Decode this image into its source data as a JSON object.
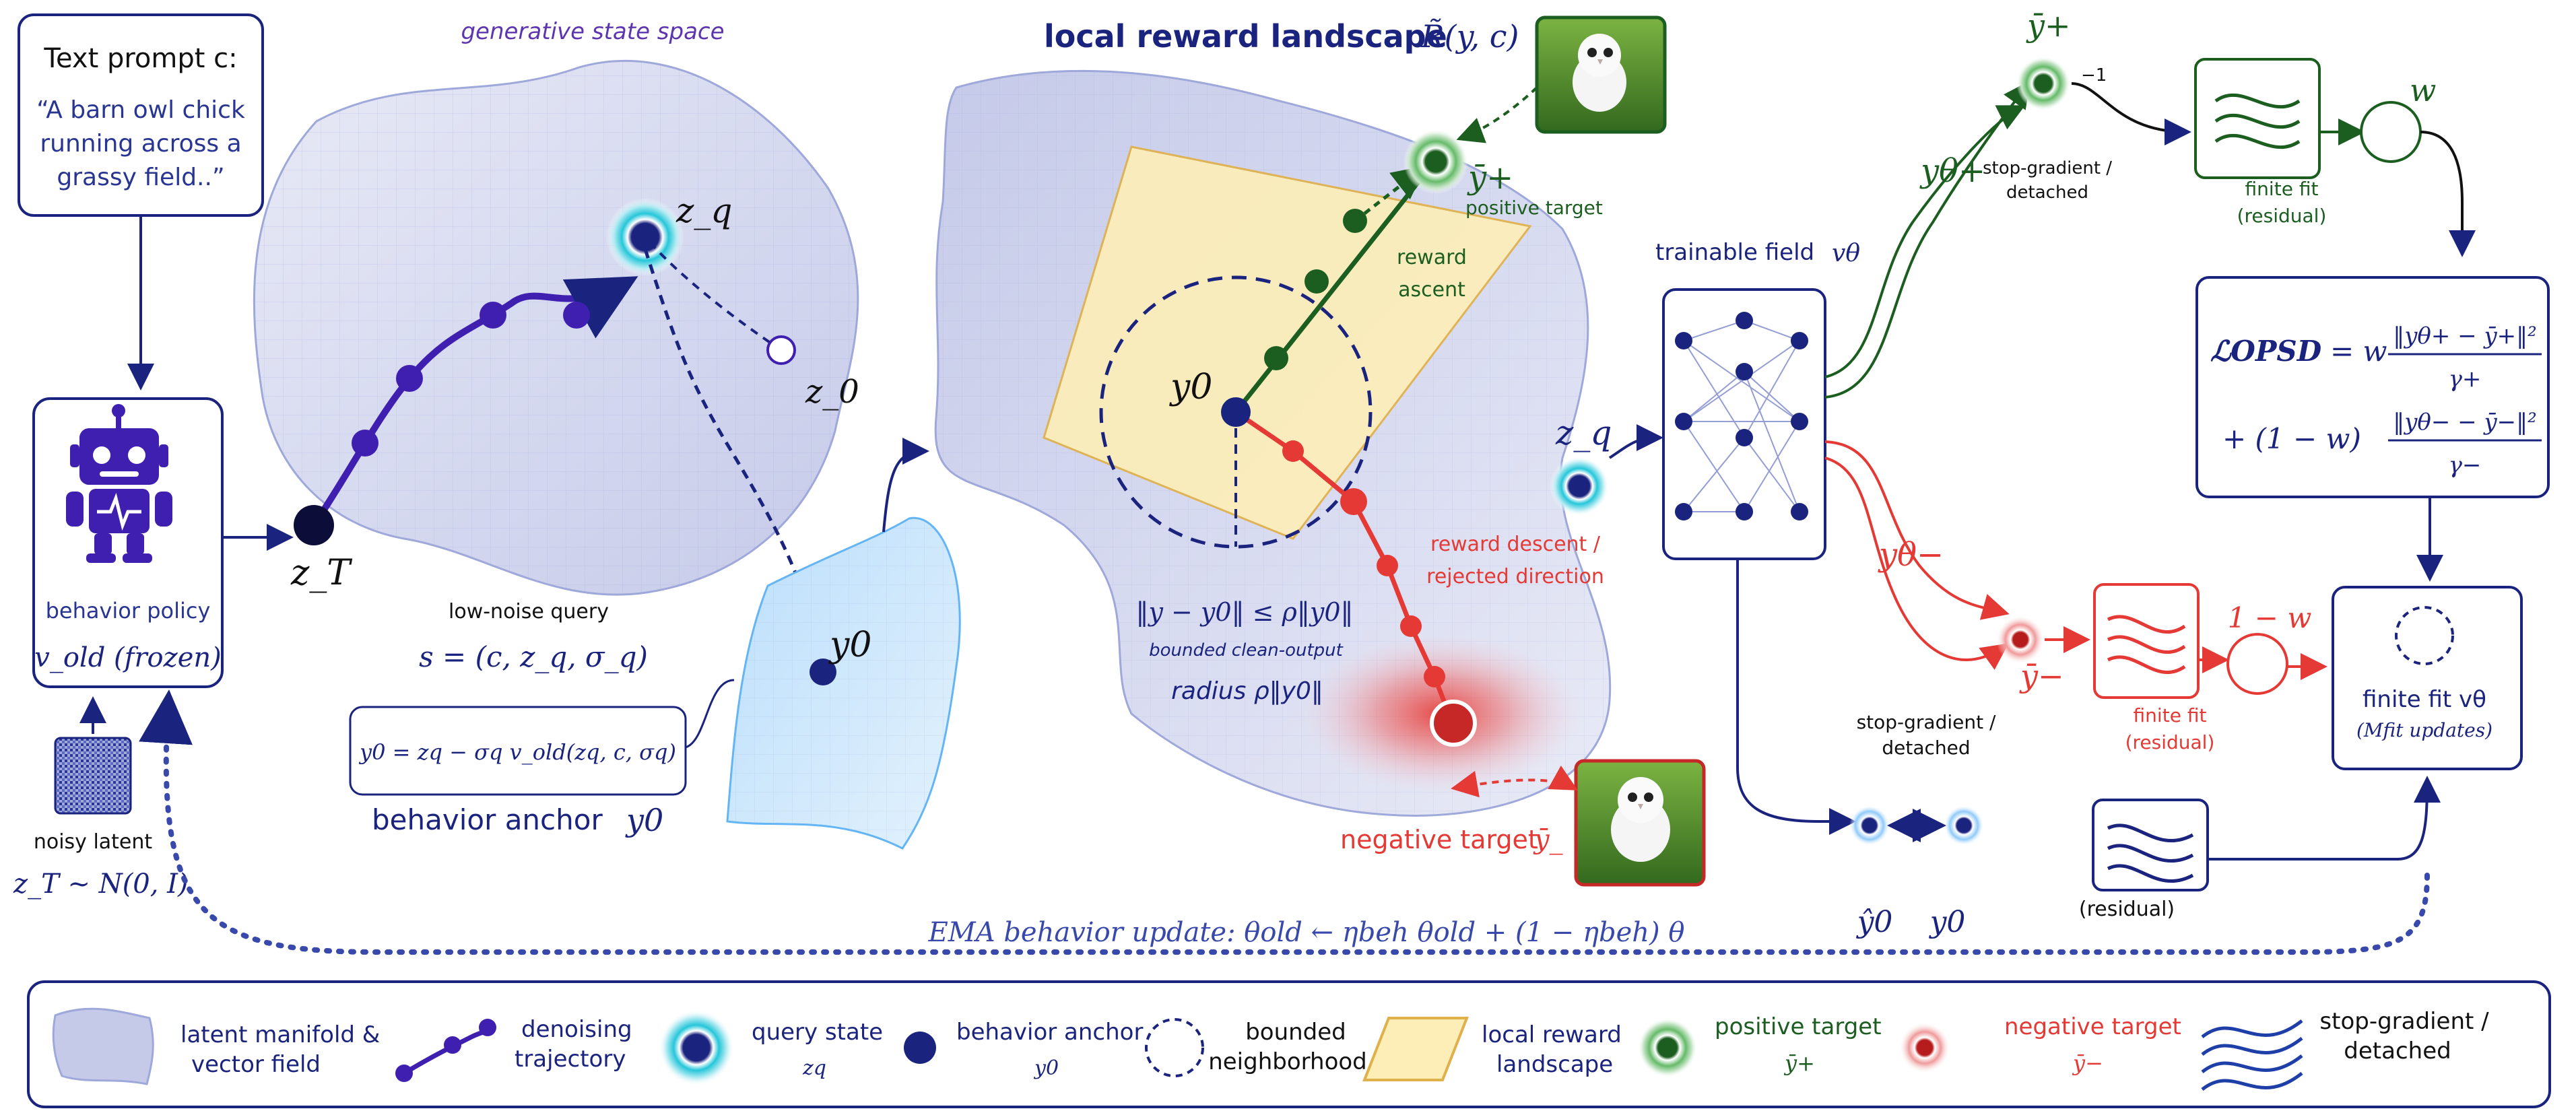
{
  "colors": {
    "navy": "#1a237e",
    "blue_accent": "#3949ab",
    "violet_label": "#5e35b1",
    "positive_green": "#1b5e20",
    "negative_red": "#e53935",
    "reward_region": "#fdeeb8"
  },
  "icons": {
    "robot": "robot-icon",
    "noise": "noise-patch-icon",
    "owl_positive": "owl-image-icon",
    "owl_negative": "owl-image-icon"
  },
  "prompt": {
    "title": "Text prompt c:",
    "text_lines": [
      "“A barn owl chick",
      "running across a",
      "grassy field..”"
    ]
  },
  "behavior_policy": {
    "label": "behavior policy",
    "formula": "v_old (frozen)"
  },
  "noise": {
    "label": "noisy latent",
    "formula": "z_T ~ N(0, I)"
  },
  "state_space": {
    "title": "generative state space",
    "z_q": "z_q",
    "z_T": "z_T",
    "z_0": "z_0",
    "query_label": "low-noise query",
    "query_formula": "s = (c, z_q, σ_q)"
  },
  "anchor": {
    "formula": "y0 = zq − σq v_old(zq, c, σq)",
    "title": "behavior anchor",
    "y0": "y0"
  },
  "landscape": {
    "title": "local reward landscape",
    "title_symbol": "R̃(y, c)",
    "y0": "y0",
    "y_plus": "ȳ+",
    "positive_target": "positive target",
    "reward_ascent": [
      "reward",
      "ascent"
    ],
    "reward_descent": [
      "reward descent /",
      "rejected direction"
    ],
    "constraint": "‖y − y0‖ ≤ ρ‖y0‖",
    "bounded_label": "bounded clean-output",
    "radius": "radius ρ‖y0‖",
    "negative_target": "negative target",
    "negative_symbol": "ȳ_"
  },
  "trainable": {
    "title": "trainable field",
    "title_symbol": "vθ",
    "z_q": "z_q",
    "y_theta_plus": "yθ+",
    "y_theta_minus": "yθ−"
  },
  "positive_branch": {
    "y_plus": "ȳ+",
    "exponent": "−1",
    "stop_gradient": [
      "stop-gradient /",
      "detached"
    ],
    "finite_fit": [
      "finite fit",
      "(residual)"
    ],
    "w": "w"
  },
  "negative_branch": {
    "y_minus": "ȳ−",
    "stop_gradient": [
      "stop-gradient /",
      "detached"
    ],
    "finite_fit": [
      "finite fit",
      "(residual)"
    ],
    "one_minus_w": "1 − w"
  },
  "loss": {
    "symbol": "ℒOPSD",
    "term1_weight": "= w",
    "term1_num": "‖yθ+ − ȳ+‖²",
    "term1_den": "γ+",
    "term2_weight": "+ (1 − w)",
    "term2_num": "‖yθ− − ȳ−‖²",
    "term2_den": "γ−"
  },
  "fit_box": {
    "title": "finite fit  vθ",
    "subtitle": "(Mfit updates)"
  },
  "residual_label": "(residual)",
  "outputs": {
    "y0_hat": "ŷ0",
    "y0": "y0"
  },
  "ema": {
    "text": "EMA behavior update:  θold ← ηbeh θold + (1 − ηbeh) θ"
  },
  "legend": [
    {
      "icon": "manifold-icon",
      "lines": [
        "latent manifold &",
        "vector field"
      ]
    },
    {
      "icon": "trajectory-icon",
      "lines": [
        "denoising",
        "trajectory"
      ]
    },
    {
      "icon": "query-state-icon",
      "lines": [
        "query state",
        "zq"
      ]
    },
    {
      "icon": "anchor-dot-icon",
      "lines": [
        "behavior anchor",
        "y0"
      ]
    },
    {
      "icon": "dashed-circle-icon",
      "lines": [
        "bounded",
        "neighborhood"
      ]
    },
    {
      "icon": "reward-landscape-icon",
      "lines": [
        "local reward",
        "landscape"
      ]
    },
    {
      "icon": "positive-target-icon",
      "lines": [
        "positive target",
        "ȳ+"
      ]
    },
    {
      "icon": "negative-target-icon",
      "lines": [
        "negative target",
        "ȳ−"
      ]
    },
    {
      "icon": "stop-gradient-icon",
      "lines": [
        "stop-gradient /",
        "detached"
      ]
    }
  ]
}
